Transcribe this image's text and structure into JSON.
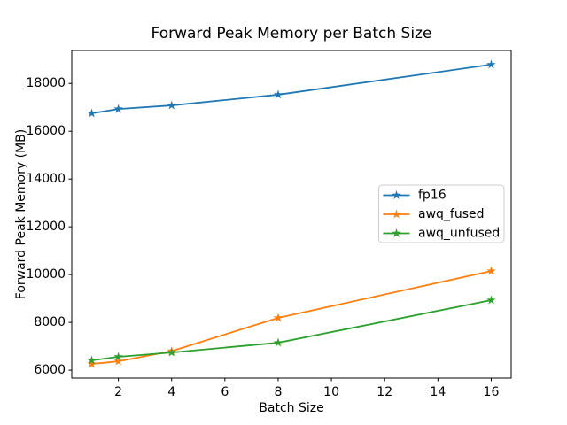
{
  "chart_data": {
    "type": "line",
    "title": "Forward Peak Memory per Batch Size",
    "xlabel": "Batch Size",
    "ylabel": "Forward Peak Memory (MB)",
    "x": [
      1,
      2,
      4,
      8,
      16
    ],
    "series": [
      {
        "name": "fp16",
        "color": "#1f77b4",
        "values": [
          16750,
          16930,
          17080,
          17530,
          18790
        ]
      },
      {
        "name": "awq_fused",
        "color": "#ff7f0e",
        "values": [
          6260,
          6370,
          6800,
          8190,
          10150
        ]
      },
      {
        "name": "awq_unfused",
        "color": "#2ca02c",
        "values": [
          6410,
          6560,
          6740,
          7150,
          8930
        ]
      }
    ],
    "marker": "star",
    "xticks": [
      2,
      4,
      6,
      8,
      10,
      12,
      14,
      16
    ],
    "yticks": [
      6000,
      8000,
      10000,
      12000,
      14000,
      16000,
      18000
    ],
    "xlim": [
      0.25,
      16.75
    ],
    "ylim": [
      5670,
      19380
    ],
    "grid": false,
    "legend_position": "center-right",
    "colors": {
      "background": "#ffffff",
      "spine": "#000000",
      "tick_text": "#000000",
      "legend_border": "#cccccc",
      "legend_background": "#ffffff"
    }
  }
}
